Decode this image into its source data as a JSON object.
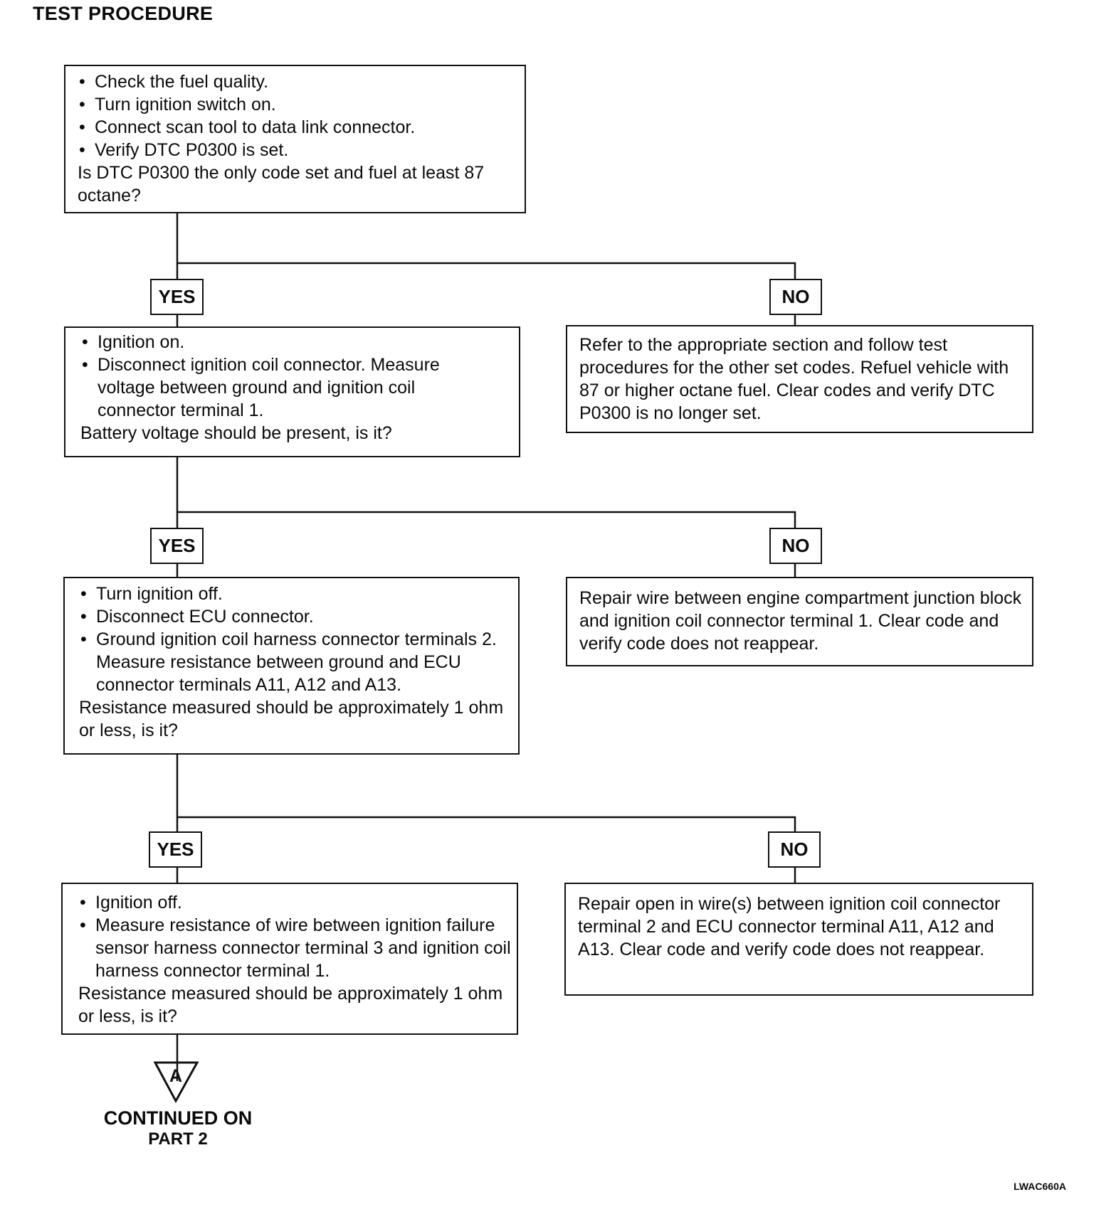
{
  "title": "TEST PROCEDURE",
  "steps": [
    {
      "bullets": [
        "Check the fuel quality.",
        "Turn ignition switch on.",
        "Connect scan tool to data link connector.",
        "Verify DTC P0300 is set."
      ],
      "question": "Is DTC P0300 the only code set and fuel at least 87 octane?"
    },
    {
      "bullets": [
        "Ignition on.",
        "Disconnect ignition coil connector. Measure voltage between ground and ignition coil connector terminal 1."
      ],
      "question": "Battery voltage should be present, is it?"
    },
    {
      "bullets": [
        "Turn ignition off.",
        "Disconnect ECU connector.",
        "Ground ignition coil harness connector terminals 2. Measure resistance between ground and ECU connector terminals A11, A12 and A13."
      ],
      "question": "Resistance measured should be approximately 1 ohm or less, is it?"
    },
    {
      "bullets": [
        "Ignition off.",
        "Measure resistance of wire between ignition failure sensor harness connector terminal 3 and ignition coil harness connector terminal 1."
      ],
      "question": "Resistance measured should be approximately 1 ohm or less, is it?"
    }
  ],
  "no_results": [
    "Refer to the appropriate section and follow test procedures for the other set codes. Refuel vehicle with 87 or higher octane fuel. Clear codes and verify DTC P0300 is no longer set.",
    "Repair wire between engine compartment junction block and ignition coil connector terminal 1. Clear code and verify code does not reappear.",
    "Repair open in wire(s) between ignition coil connector terminal 2 and ECU connector terminal A11, A12 and A13. Clear code and verify code does not reappear."
  ],
  "yes_label": "YES",
  "no_label": "NO",
  "connector": {
    "symbol": "A",
    "line1": "CONTINUED ON",
    "line2": "PART 2"
  },
  "figure_code": "LWAC660A"
}
